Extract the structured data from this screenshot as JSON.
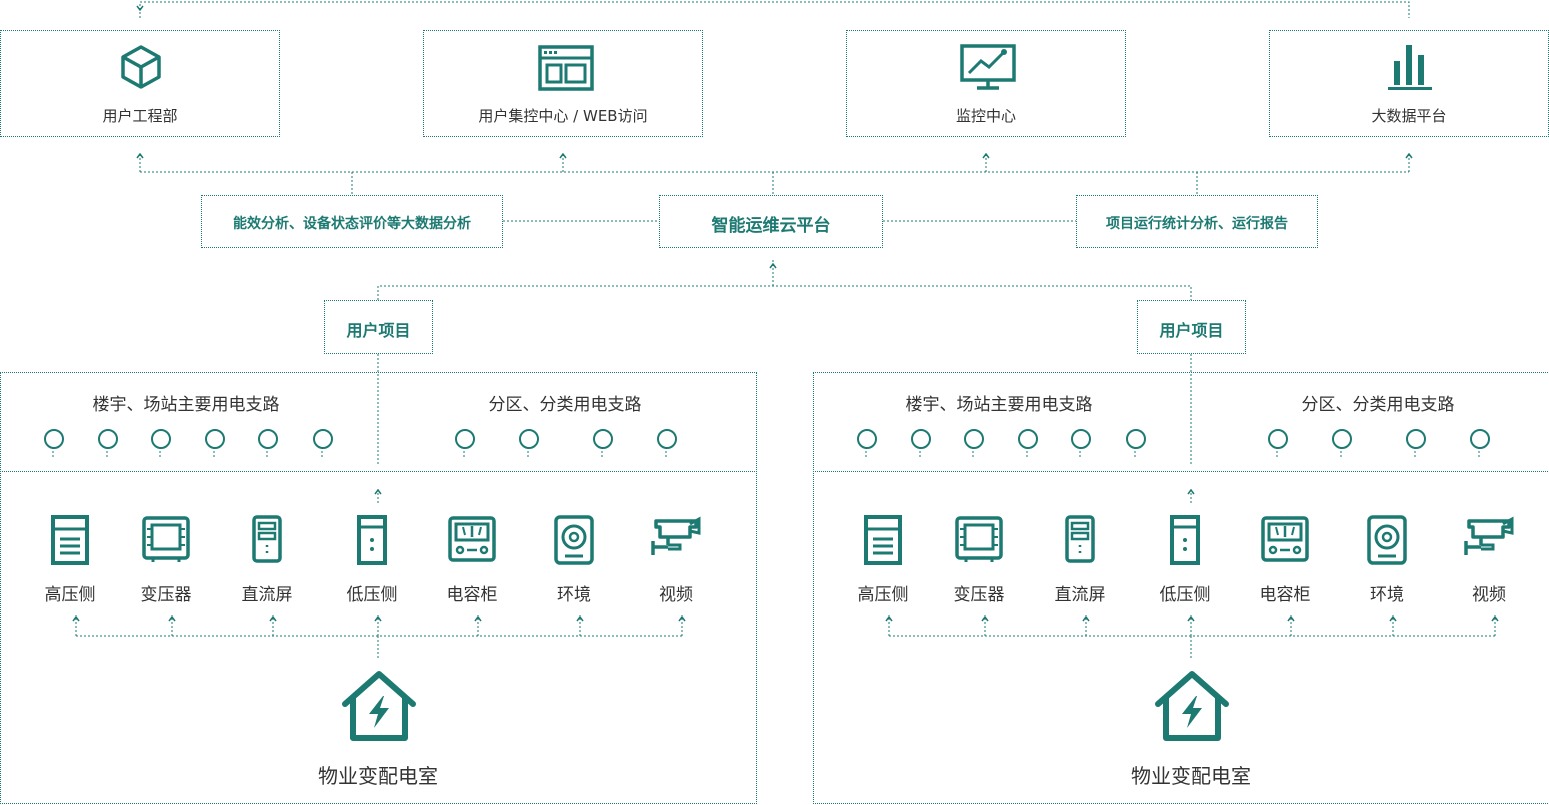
{
  "colors": {
    "accent": "#1d7a72",
    "text": "#333333"
  },
  "top": {
    "nodes": [
      {
        "label": "用户工程部",
        "icon": "cube-icon"
      },
      {
        "label": "用户集控中心 / WEB访问",
        "icon": "browser-window-icon"
      },
      {
        "label": "监控中心",
        "icon": "monitor-chart-icon"
      },
      {
        "label": "大数据平台",
        "icon": "bar-chart-icon"
      }
    ]
  },
  "middle": {
    "left": "能效分析、设备状态评价等大数据分析",
    "center": "智能运维云平台",
    "right": "项目运行统计分析、运行报告"
  },
  "projects": [
    {
      "title": "用户项目",
      "branch_a": "楼宇、场站主要用电支路",
      "branch_b": "分区、分类用电支路",
      "devices": [
        {
          "label": "高压侧",
          "icon": "high-voltage-cabinet-icon"
        },
        {
          "label": "变压器",
          "icon": "transformer-icon"
        },
        {
          "label": "直流屏",
          "icon": "dc-panel-icon"
        },
        {
          "label": "低压侧",
          "icon": "low-voltage-cabinet-icon"
        },
        {
          "label": "电容柜",
          "icon": "capacitor-cabinet-icon"
        },
        {
          "label": "环境",
          "icon": "environment-sensor-icon"
        },
        {
          "label": "视频",
          "icon": "camera-icon"
        }
      ],
      "room": "物业变配电室"
    },
    {
      "title": "用户项目",
      "branch_a": "楼宇、场站主要用电支路",
      "branch_b": "分区、分类用电支路",
      "devices": [
        {
          "label": "高压侧",
          "icon": "high-voltage-cabinet-icon"
        },
        {
          "label": "变压器",
          "icon": "transformer-icon"
        },
        {
          "label": "直流屏",
          "icon": "dc-panel-icon"
        },
        {
          "label": "低压侧",
          "icon": "low-voltage-cabinet-icon"
        },
        {
          "label": "电容柜",
          "icon": "capacitor-cabinet-icon"
        },
        {
          "label": "环境",
          "icon": "environment-sensor-icon"
        },
        {
          "label": "视频",
          "icon": "camera-icon"
        }
      ],
      "room": "物业变配电室"
    }
  ]
}
